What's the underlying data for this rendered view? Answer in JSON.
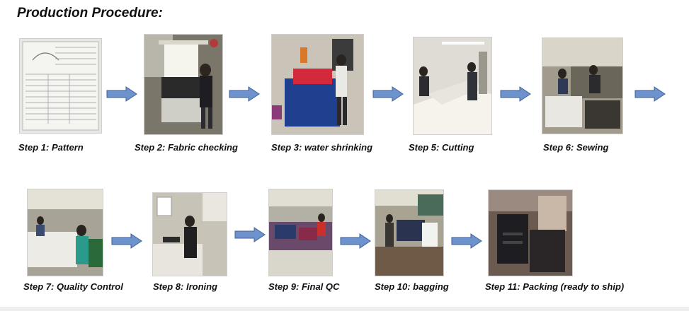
{
  "title": "Production Procedure:",
  "colors": {
    "arrow_fill": "#6e93cc",
    "arrow_stroke": "#3e5f99"
  },
  "steps": [
    {
      "caption": "Step 1: Pattern"
    },
    {
      "caption": "Step 2: Fabric checking"
    },
    {
      "caption": "Step 3: water shrinking"
    },
    {
      "caption": "Step 5: Cutting"
    },
    {
      "caption": "Step 6: Sewing"
    },
    {
      "caption": "Step 7: Quality Control"
    },
    {
      "caption": "Step 8: Ironing"
    },
    {
      "caption": "Step 9: Final QC"
    },
    {
      "caption": "Step 10: bagging"
    },
    {
      "caption": "Step 11: Packing (ready to ship)"
    }
  ]
}
